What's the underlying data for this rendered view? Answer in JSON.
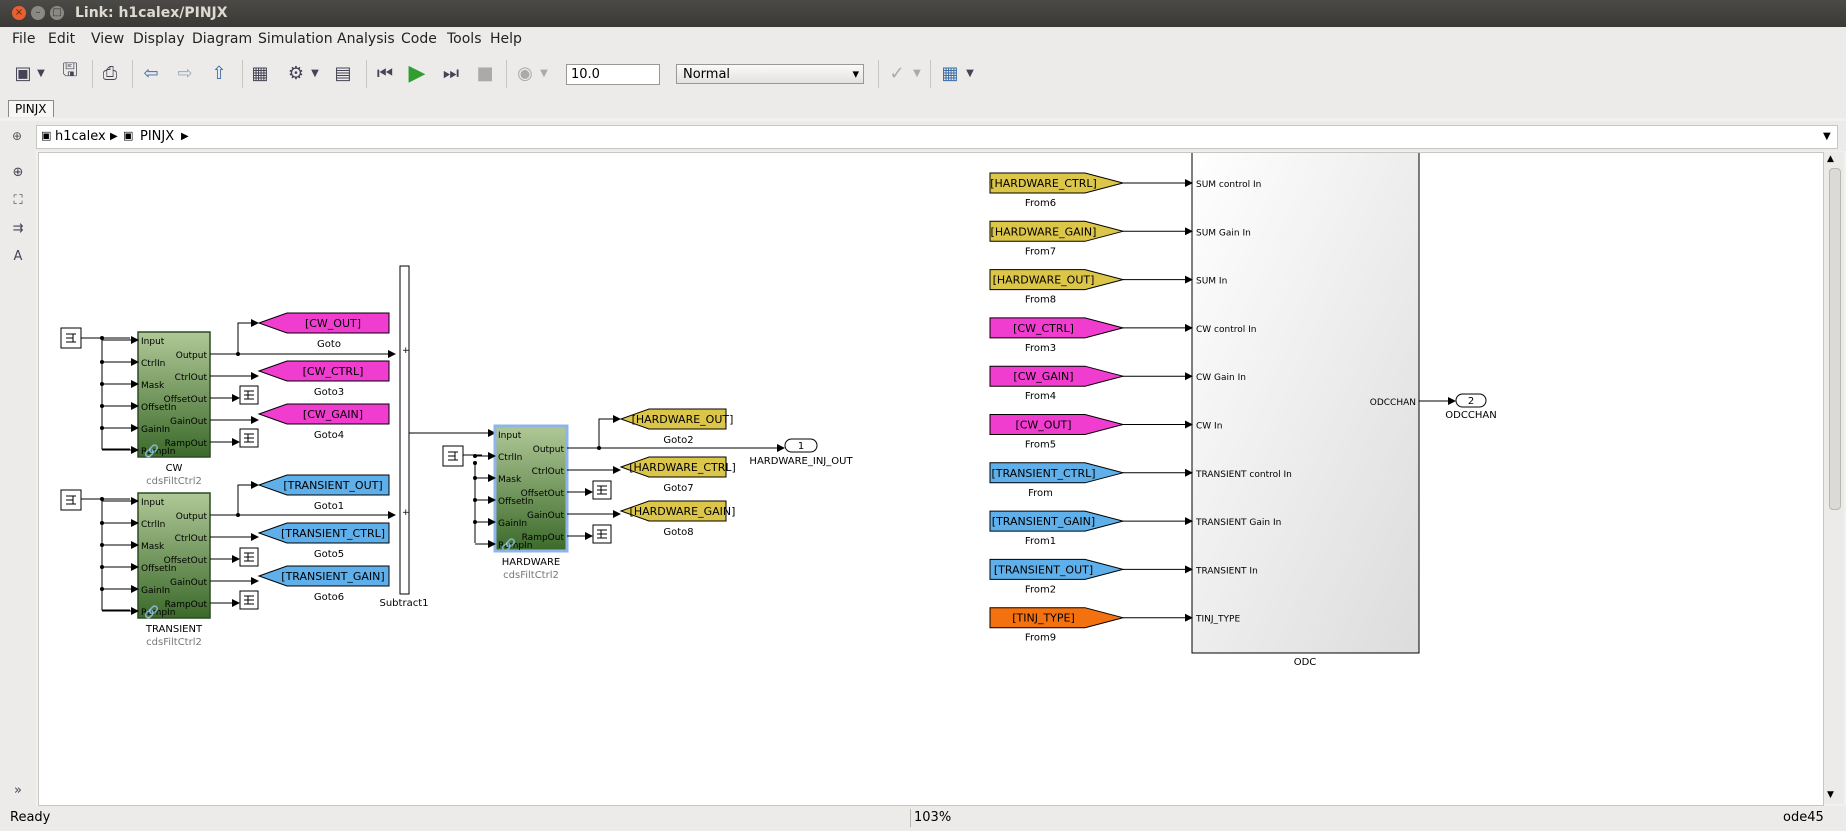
{
  "window": {
    "title": "Link: h1calex/PINJX"
  },
  "menu": [
    "File",
    "Edit",
    "View",
    "Display",
    "Diagram",
    "Simulation",
    "Analysis",
    "Code",
    "Tools",
    "Help"
  ],
  "toolbar": {
    "stop_time": "10.0",
    "sim_mode": "Normal"
  },
  "tab": {
    "label": "PINJX"
  },
  "breadcrumb": {
    "root": "h1calex",
    "child": "PINJX"
  },
  "status": {
    "left": "Ready",
    "zoom": "103%",
    "solver": "ode45"
  },
  "colors": {
    "pink": "#f03ccf",
    "yellow": "#dcc64a",
    "blue": "#5fb0ea",
    "orange": "#f3720f",
    "green_top": "#a6c28a",
    "green_bottom": "#3e6d2d"
  },
  "diagram": {
    "cw_block": {
      "name": "CW",
      "lib": "cdsFiltCtrl2",
      "inputs": [
        "Input",
        "CtrlIn",
        "Mask",
        "OffsetIn",
        "GainIn",
        "RampIn"
      ],
      "outputs": [
        "Output",
        "CtrlOut",
        "OffsetOut",
        "GainOut",
        "RampOut"
      ]
    },
    "transient_block": {
      "name": "TRANSIENT",
      "lib": "cdsFiltCtrl2",
      "inputs": [
        "Input",
        "CtrlIn",
        "Mask",
        "OffsetIn",
        "GainIn",
        "RampIn"
      ],
      "outputs": [
        "Output",
        "CtrlOut",
        "OffsetOut",
        "GainOut",
        "RampOut"
      ]
    },
    "hardware_block": {
      "name": "HARDWARE",
      "lib": "cdsFiltCtrl2",
      "inputs": [
        "Input",
        "CtrlIn",
        "Mask",
        "OffsetIn",
        "GainIn",
        "RampIn"
      ],
      "outputs": [
        "Output",
        "CtrlOut",
        "OffsetOut",
        "GainOut",
        "RampOut"
      ]
    },
    "subtract": {
      "name": "Subtract1"
    },
    "gotos_cw": [
      {
        "tag": "[CW_OUT]",
        "name": "Goto"
      },
      {
        "tag": "[CW_CTRL]",
        "name": "Goto3"
      },
      {
        "tag": "[CW_GAIN]",
        "name": "Goto4"
      }
    ],
    "gotos_tr": [
      {
        "tag": "[TRANSIENT_OUT]",
        "name": "Goto1"
      },
      {
        "tag": "[TRANSIENT_CTRL]",
        "name": "Goto5"
      },
      {
        "tag": "[TRANSIENT_GAIN]",
        "name": "Goto6"
      }
    ],
    "gotos_hw": [
      {
        "tag": "[HARDWARE_OUT]",
        "name": "Goto2"
      },
      {
        "tag": "[HARDWARE_CTRL]",
        "name": "Goto7"
      },
      {
        "tag": "[HARDWARE_GAIN]",
        "name": "Goto8"
      }
    ],
    "outport_hw": {
      "num": "1",
      "name": "HARDWARE_INJ_OUT"
    },
    "froms": [
      {
        "tag": "[HARDWARE_CTRL]",
        "name": "From6",
        "port": "SUM control In",
        "color": "yellow"
      },
      {
        "tag": "[HARDWARE_GAIN]",
        "name": "From7",
        "port": "SUM Gain In",
        "color": "yellow"
      },
      {
        "tag": "[HARDWARE_OUT]",
        "name": "From8",
        "port": "SUM In",
        "color": "yellow"
      },
      {
        "tag": "[CW_CTRL]",
        "name": "From3",
        "port": "CW control In",
        "color": "pink"
      },
      {
        "tag": "[CW_GAIN]",
        "name": "From4",
        "port": "CW Gain In",
        "color": "pink"
      },
      {
        "tag": "[CW_OUT]",
        "name": "From5",
        "port": "CW In",
        "color": "pink"
      },
      {
        "tag": "[TRANSIENT_CTRL]",
        "name": "From",
        "port": "TRANSIENT control In",
        "color": "blue"
      },
      {
        "tag": "[TRANSIENT_GAIN]",
        "name": "From1",
        "port": "TRANSIENT Gain In",
        "color": "blue"
      },
      {
        "tag": "[TRANSIENT_OUT]",
        "name": "From2",
        "port": "TRANSIENT In",
        "color": "blue"
      },
      {
        "tag": "[TINJ_TYPE]",
        "name": "From9",
        "port": "TINJ_TYPE",
        "color": "orange"
      }
    ],
    "odc": {
      "name": "ODC",
      "out_port": "ODCCHAN"
    },
    "outport_odc": {
      "num": "2",
      "name": "ODCCHAN"
    }
  }
}
